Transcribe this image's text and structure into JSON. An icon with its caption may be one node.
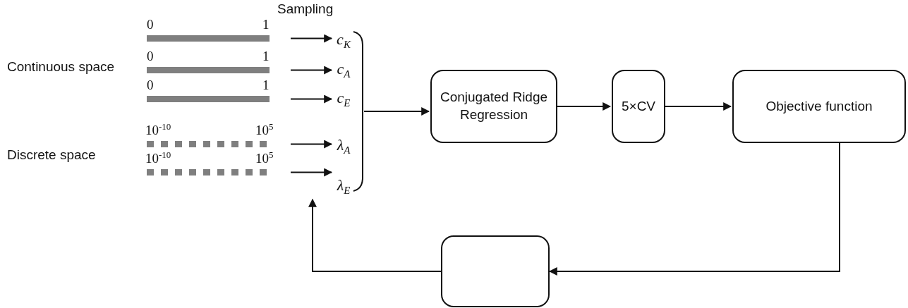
{
  "diagram": {
    "nodes": [
      {
        "text": [],
        "shape": "bar"
      },
      {
        "text": [],
        "shape": "bar"
      },
      {
        "text": [],
        "shape": "bar"
      },
      {
        "text": [],
        "shape": "bar"
      },
      {
        "text": [],
        "shape": "bar"
      },
      {
        "text": [
          "c$_{K}$"
        ]
      },
      {
        "text": [
          "c$_{A}$"
        ]
      },
      {
        "text": [
          "c$_{E}$"
        ]
      },
      {
        "text": [
          "λ$_{A}$"
        ]
      },
      {
        "text": [
          "λ$_{E}$"
        ]
      },
      {
        "text": [],
        "shape": "bracket"
      },
      {
        "text": [
          "Conjugated Ridge Regression"
        ]
      },
      {
        "text": [
          "5×CV"
        ]
      },
      {
        "text": [
          "Objective function"
        ]
      },
      {
        "text": [],
        "shape": "box"
      }
    ],
    "edges": [
      {
        "from": 0,
        "to": 5,
        "arrow": "to"
      },
      {
        "from": 1,
        "to": 6,
        "arrow": "to"
      },
      {
        "from": 2,
        "to": 7,
        "arrow": "to"
      },
      {
        "from": 3,
        "to": 8,
        "arrow": "to"
      },
      {
        "from": 4,
        "to": 9,
        "arrow": "to"
      },
      {
        "from": 10,
        "to": 11,
        "arrow": "to"
      },
      {
        "from": 11,
        "to": 12,
        "arrow": "to"
      },
      {
        "from": 12,
        "to": 13,
        "arrow": "to"
      },
      {
        "from": 13,
        "to": 14,
        "arrow": "to"
      },
      {
        "from": 14,
        "to": 9,
        "arrow": "to"
      }
    ],
    "labels": [
      "Sampling",
      "0",
      "1",
      "Continuous space",
      "0",
      "1",
      "0",
      "1",
      "10$^{-10}$",
      "10$^{5}$",
      "Discrete space",
      "10$^{-10}$",
      "10$^{5}$"
    ]
  }
}
